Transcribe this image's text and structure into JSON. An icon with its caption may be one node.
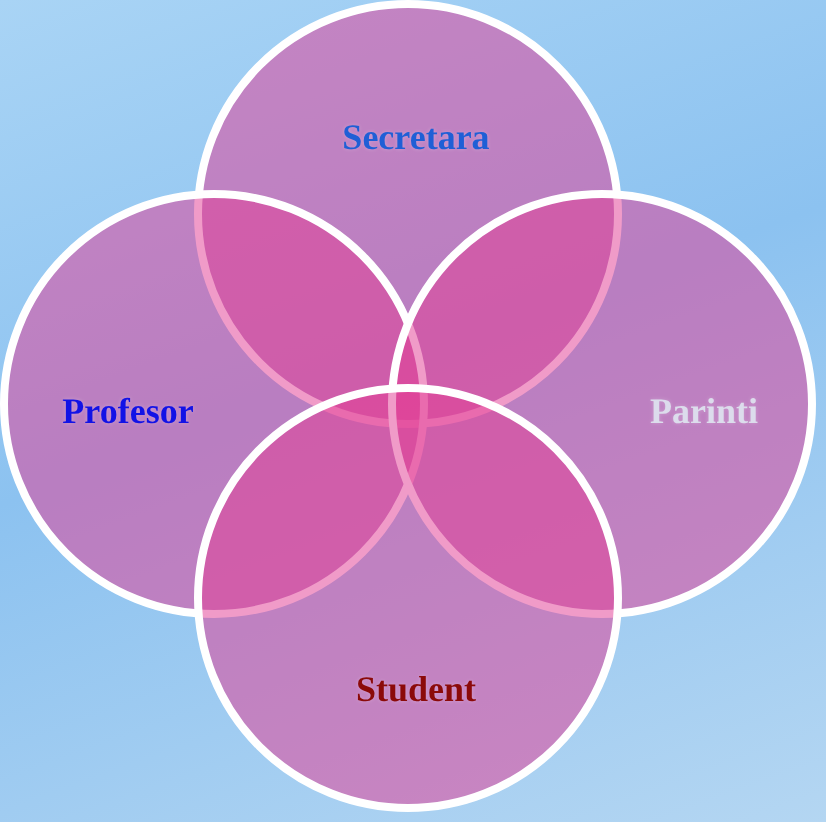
{
  "diagram": {
    "nodes": [
      {
        "text": [
          "Secretara"
        ]
      },
      {
        "text": [
          "Profesor"
        ]
      },
      {
        "text": [
          "Parinti"
        ]
      },
      {
        "text": [
          "Student"
        ]
      }
    ]
  }
}
